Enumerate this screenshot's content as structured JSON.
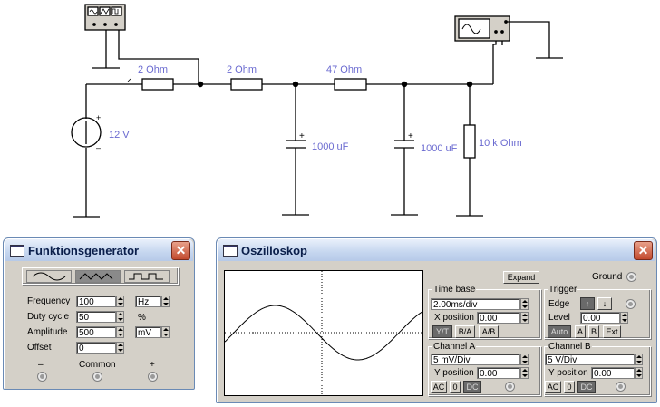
{
  "circuit": {
    "resistors": [
      {
        "label": "2  Ohm"
      },
      {
        "label": "2  Ohm"
      },
      {
        "label": "47  Ohm"
      },
      {
        "label": "10 k Ohm"
      }
    ],
    "capacitors": [
      {
        "label": "1000 uF"
      },
      {
        "label": "1000 uF"
      }
    ],
    "source": {
      "label": "12 V",
      "plus": "+",
      "minus": "–"
    },
    "cap_plus": "+"
  },
  "funcgen": {
    "title": "Funktionsgenerator",
    "close": "✕",
    "waveforms": [
      "sine-wave-icon",
      "triangle-wave-icon",
      "square-wave-icon"
    ],
    "selected_waveform": "triangle",
    "frequency": {
      "label": "Frequency",
      "value": "100",
      "unit": "Hz"
    },
    "duty_cycle": {
      "label": "Duty cycle",
      "value": "50",
      "unit": "%"
    },
    "amplitude": {
      "label": "Amplitude",
      "value": "500",
      "unit": "mV"
    },
    "offset": {
      "label": "Offset",
      "value": "0"
    },
    "terminals": {
      "minus": "–",
      "common": "Common",
      "plus": "+"
    }
  },
  "scope": {
    "title": "Oszilloskop",
    "close": "✕",
    "expand": "Expand",
    "ground": "Ground",
    "timebase": {
      "label": "Time base",
      "value": "2.00ms/div",
      "xpos_label": "X position",
      "xpos_value": "0.00",
      "modes": [
        "Y/T",
        "B/A",
        "A/B"
      ]
    },
    "trigger": {
      "label": "Trigger",
      "edge_label": "Edge",
      "level_label": "Level",
      "level_value": "0.00",
      "sources": [
        "Auto",
        "A",
        "B",
        "Ext"
      ],
      "edge_rising": "↑",
      "edge_falling": "↓"
    },
    "channel_a": {
      "label": "Channel A",
      "value": "5 mV/Div",
      "ypos_label": "Y position",
      "ypos_value": "0.00",
      "coupling": [
        "AC",
        "0",
        "DC"
      ]
    },
    "channel_b": {
      "label": "Channel B",
      "value": "5  V/Div",
      "ypos_label": "Y position",
      "ypos_value": "0.00",
      "coupling": [
        "AC",
        "0",
        "DC"
      ]
    }
  }
}
